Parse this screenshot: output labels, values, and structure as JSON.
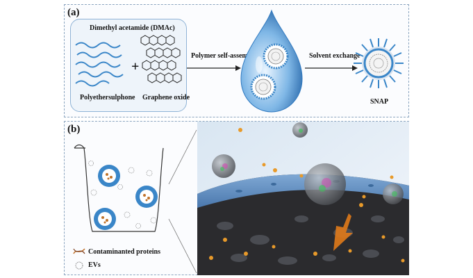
{
  "panel_a": {
    "label": "(a)",
    "solvent": "Dimethyl acetamide (DMAc)",
    "polymer": "Polyethersulphone",
    "oxide": "Graphene oxide",
    "plus": "+",
    "step1": "Polymer self-assembly",
    "step2": "Solvent exchange",
    "product": "SNAP"
  },
  "panel_b": {
    "label": "(b)",
    "legend": {
      "proteins": "Contaminanted proteins",
      "evs": "EVs"
    }
  },
  "colors": {
    "polymer_blue": "#3a86c8",
    "droplet_blue": "#2f79c0",
    "protein_orange": "#e89a2a",
    "membrane_dark": "#2b2b2e",
    "arrow_orange": "#e07a1a"
  }
}
